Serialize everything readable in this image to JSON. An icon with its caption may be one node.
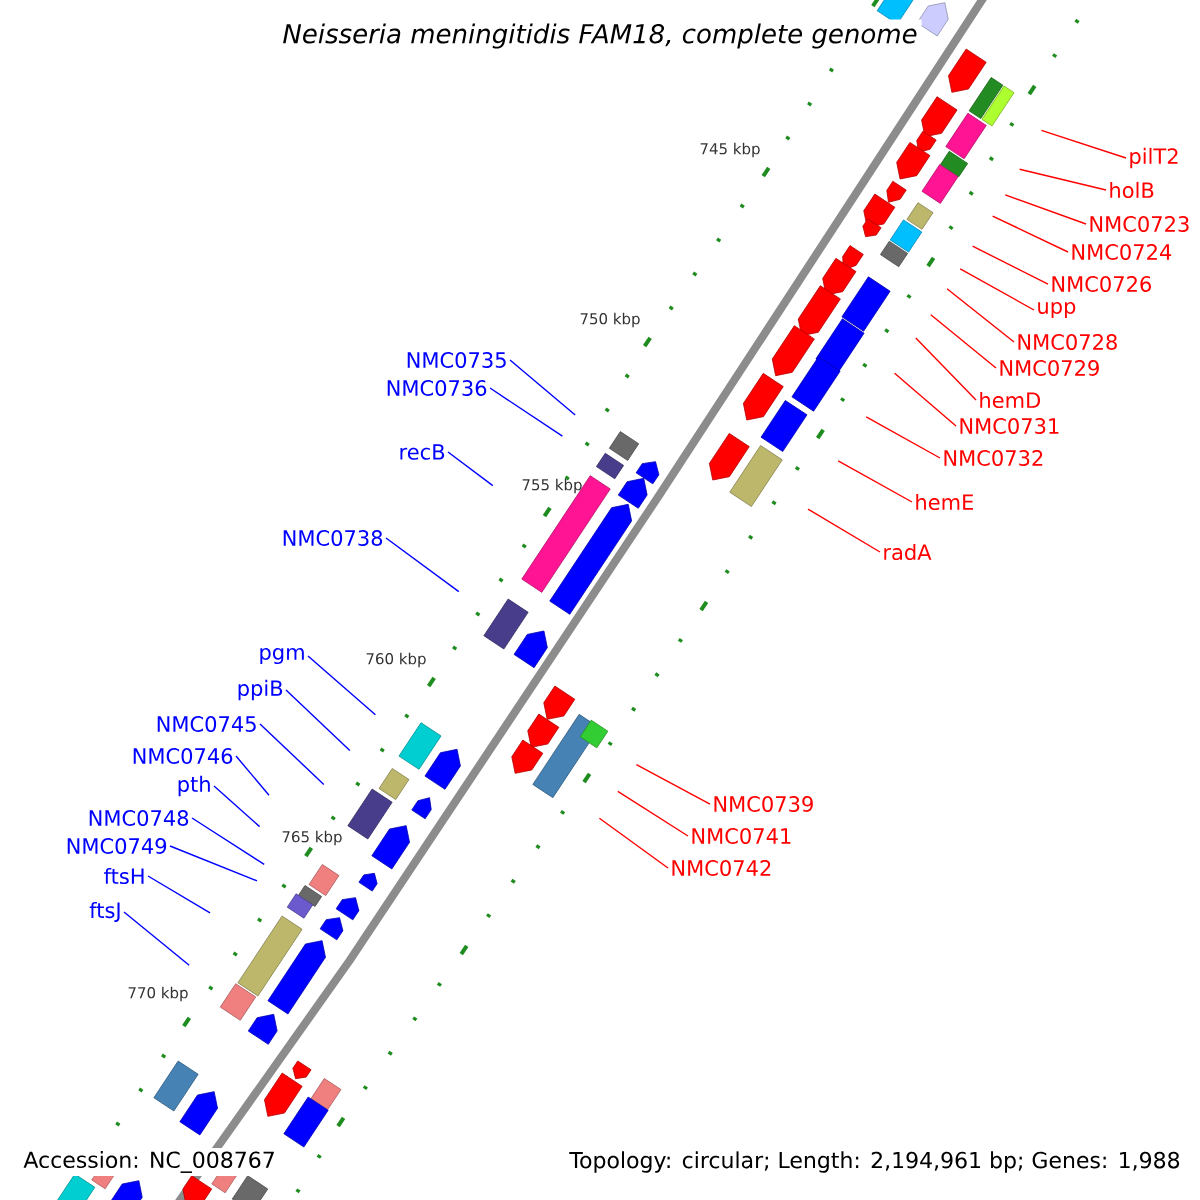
{
  "diagram": {
    "title": "Neisseria meningitidis FAM18, complete genome",
    "nodes": [
      {
        "text": [
          "pilT2"
        ]
      },
      {
        "text": [
          "holB"
        ]
      },
      {
        "text": [
          "NMC0723"
        ]
      },
      {
        "text": [
          "NMC0724"
        ]
      },
      {
        "text": [
          "NMC0726"
        ]
      },
      {
        "text": [
          "upp"
        ]
      },
      {
        "text": [
          "NMC0728"
        ]
      },
      {
        "text": [
          "NMC0729"
        ]
      },
      {
        "text": [
          "hemD"
        ]
      },
      {
        "text": [
          "NMC0731"
        ]
      },
      {
        "text": [
          "NMC0732"
        ]
      },
      {
        "text": [
          "hemE"
        ]
      },
      {
        "text": [
          "radA"
        ]
      },
      {
        "text": [
          "NMC0735"
        ]
      },
      {
        "text": [
          "NMC0736"
        ]
      },
      {
        "text": [
          "recB"
        ]
      },
      {
        "text": [
          "NMC0738"
        ]
      },
      {
        "text": [
          "pgm"
        ]
      },
      {
        "text": [
          "ppiB"
        ]
      },
      {
        "text": [
          "NMC0745"
        ]
      },
      {
        "text": [
          "NMC0746"
        ]
      },
      {
        "text": [
          "pth"
        ]
      },
      {
        "text": [
          "NMC0748"
        ]
      },
      {
        "text": [
          "NMC0749"
        ]
      },
      {
        "text": [
          "ftsH"
        ]
      },
      {
        "text": [
          "ftsJ"
        ]
      },
      {
        "text": [
          "NMC0739"
        ]
      },
      {
        "text": [
          "NMC0741"
        ]
      },
      {
        "text": [
          "NMC0742"
        ]
      }
    ],
    "edges": [
      {
        "from": 0,
        "to": null,
        "arrow": "none"
      },
      {
        "from": 1,
        "to": null,
        "arrow": "none"
      },
      {
        "from": 2,
        "to": null,
        "arrow": "none"
      },
      {
        "from": 3,
        "to": null,
        "arrow": "none"
      },
      {
        "from": 4,
        "to": null,
        "arrow": "none"
      },
      {
        "from": 5,
        "to": null,
        "arrow": "none"
      },
      {
        "from": 6,
        "to": null,
        "arrow": "none"
      },
      {
        "from": 7,
        "to": null,
        "arrow": "none"
      },
      {
        "from": 8,
        "to": null,
        "arrow": "none"
      },
      {
        "from": 9,
        "to": null,
        "arrow": "none"
      },
      {
        "from": 10,
        "to": null,
        "arrow": "none"
      },
      {
        "from": 11,
        "to": null,
        "arrow": "none"
      },
      {
        "from": 12,
        "to": null,
        "arrow": "none"
      },
      {
        "from": 13,
        "to": null,
        "arrow": "none",
        "color": "#0000ff"
      },
      {
        "from": 14,
        "to": null,
        "arrow": "none",
        "color": "#0000ff"
      },
      {
        "from": 15,
        "to": null,
        "arrow": "none",
        "color": "#0000ff"
      },
      {
        "from": 16,
        "to": null,
        "arrow": "none",
        "color": "#0000ff"
      },
      {
        "from": 17,
        "to": null,
        "arrow": "none",
        "color": "#0000ff"
      },
      {
        "from": 18,
        "to": null,
        "arrow": "none",
        "color": "#0000ff"
      },
      {
        "from": 19,
        "to": null,
        "arrow": "none",
        "color": "#0000ff"
      },
      {
        "from": 20,
        "to": null,
        "arrow": "none",
        "color": "#0000ff"
      },
      {
        "from": 21,
        "to": null,
        "arrow": "none",
        "color": "#0000ff"
      },
      {
        "from": 22,
        "to": null,
        "arrow": "none",
        "color": "#0000ff"
      },
      {
        "from": 23,
        "to": null,
        "arrow": "none",
        "color": "#0000ff"
      },
      {
        "from": 24,
        "to": null,
        "arrow": "none",
        "color": "#0000ff"
      },
      {
        "from": 25,
        "to": null,
        "arrow": "none",
        "color": "#0000ff"
      },
      {
        "from": 26,
        "to": null,
        "arrow": "none"
      },
      {
        "from": 27,
        "to": null,
        "arrow": "none"
      },
      {
        "from": 28,
        "to": null,
        "arrow": "none"
      }
    ],
    "labels": [
      "745 kbp",
      "750 kbp",
      "755 kbp",
      "760 kbp",
      "765 kbp",
      "770 kbp",
      "Accession: NC_008767",
      "Topology: circular; Length: 2,194,961 bp; Genes: 1,988"
    ]
  }
}
